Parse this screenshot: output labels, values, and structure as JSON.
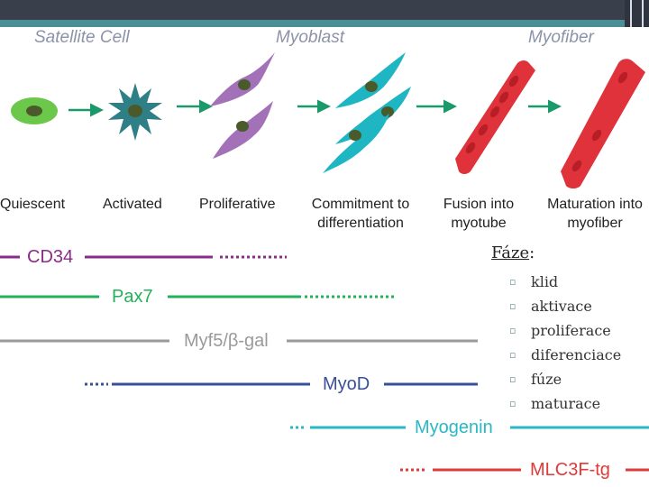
{
  "stages": {
    "satellite_cell": "Satellite Cell",
    "myoblast": "Myoblast",
    "myofiber": "Myofiber"
  },
  "steps": [
    {
      "line1": "Quiescent",
      "line2": ""
    },
    {
      "line1": "Activated",
      "line2": ""
    },
    {
      "line1": "Proliferative",
      "line2": ""
    },
    {
      "line1": "Commitment to",
      "line2": "differentiation"
    },
    {
      "line1": "Fusion into",
      "line2": "myotube"
    },
    {
      "line1": "Maturation into",
      "line2": "myofiber"
    }
  ],
  "markers": [
    {
      "name": "CD34",
      "color": "#8b2c8a"
    },
    {
      "name": "Pax7",
      "color": "#22b25a"
    },
    {
      "name": "Myf5/β-gal",
      "color": "#9a9a9a"
    },
    {
      "name": "MyoD",
      "color": "#3a4f9a"
    },
    {
      "name": "Myogenin",
      "color": "#2ab8c4"
    },
    {
      "name": "MLC3F-tg",
      "color": "#e03a3a"
    }
  ],
  "phases": {
    "title": "Fáze",
    "title_suffix": ":",
    "items": [
      "klid",
      "aktivace",
      "proliferace",
      "diferenciace",
      "fúze",
      "maturace"
    ]
  },
  "colors": {
    "quiescent_cell": "#6cc84a",
    "activated_cell": "#2f7f86",
    "proliferative_cell": "#a271b8",
    "committed_cell": "#1fb6c4",
    "myotube": "#e0323a",
    "arrow": "#1a9a6a",
    "nucleus": "#4a5a2a"
  },
  "icons": [
    "right-arrow-icon",
    "bullet-square-icon"
  ]
}
